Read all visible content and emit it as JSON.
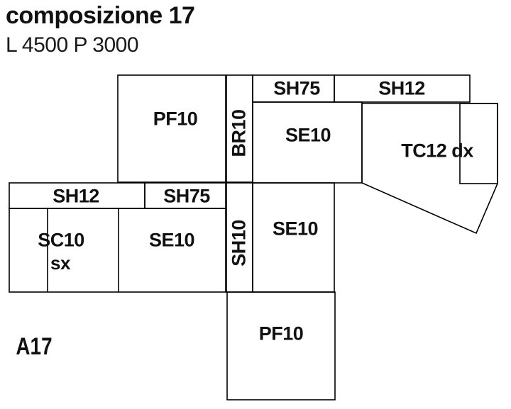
{
  "header": {
    "title": "composizione 17",
    "subtitle": "L 4500 P 3000"
  },
  "diagram": {
    "labels": {
      "pf10_top": "PF10",
      "br10": "BR10",
      "sh75_top": "SH75",
      "sh12_top": "SH12",
      "se10_top": "SE10",
      "tc12": "TC12 dx",
      "sh12_left": "SH12",
      "sh75_left": "SH75",
      "sc10": "SC10",
      "sc10_side": "sx",
      "se10_left": "SE10",
      "sh10": "SH10",
      "se10_center": "SE10",
      "pf10_bottom": "PF10"
    },
    "plan_code": "A17"
  },
  "colors": {
    "background": "#ffffff",
    "line": "#000000",
    "text": "#111111"
  }
}
